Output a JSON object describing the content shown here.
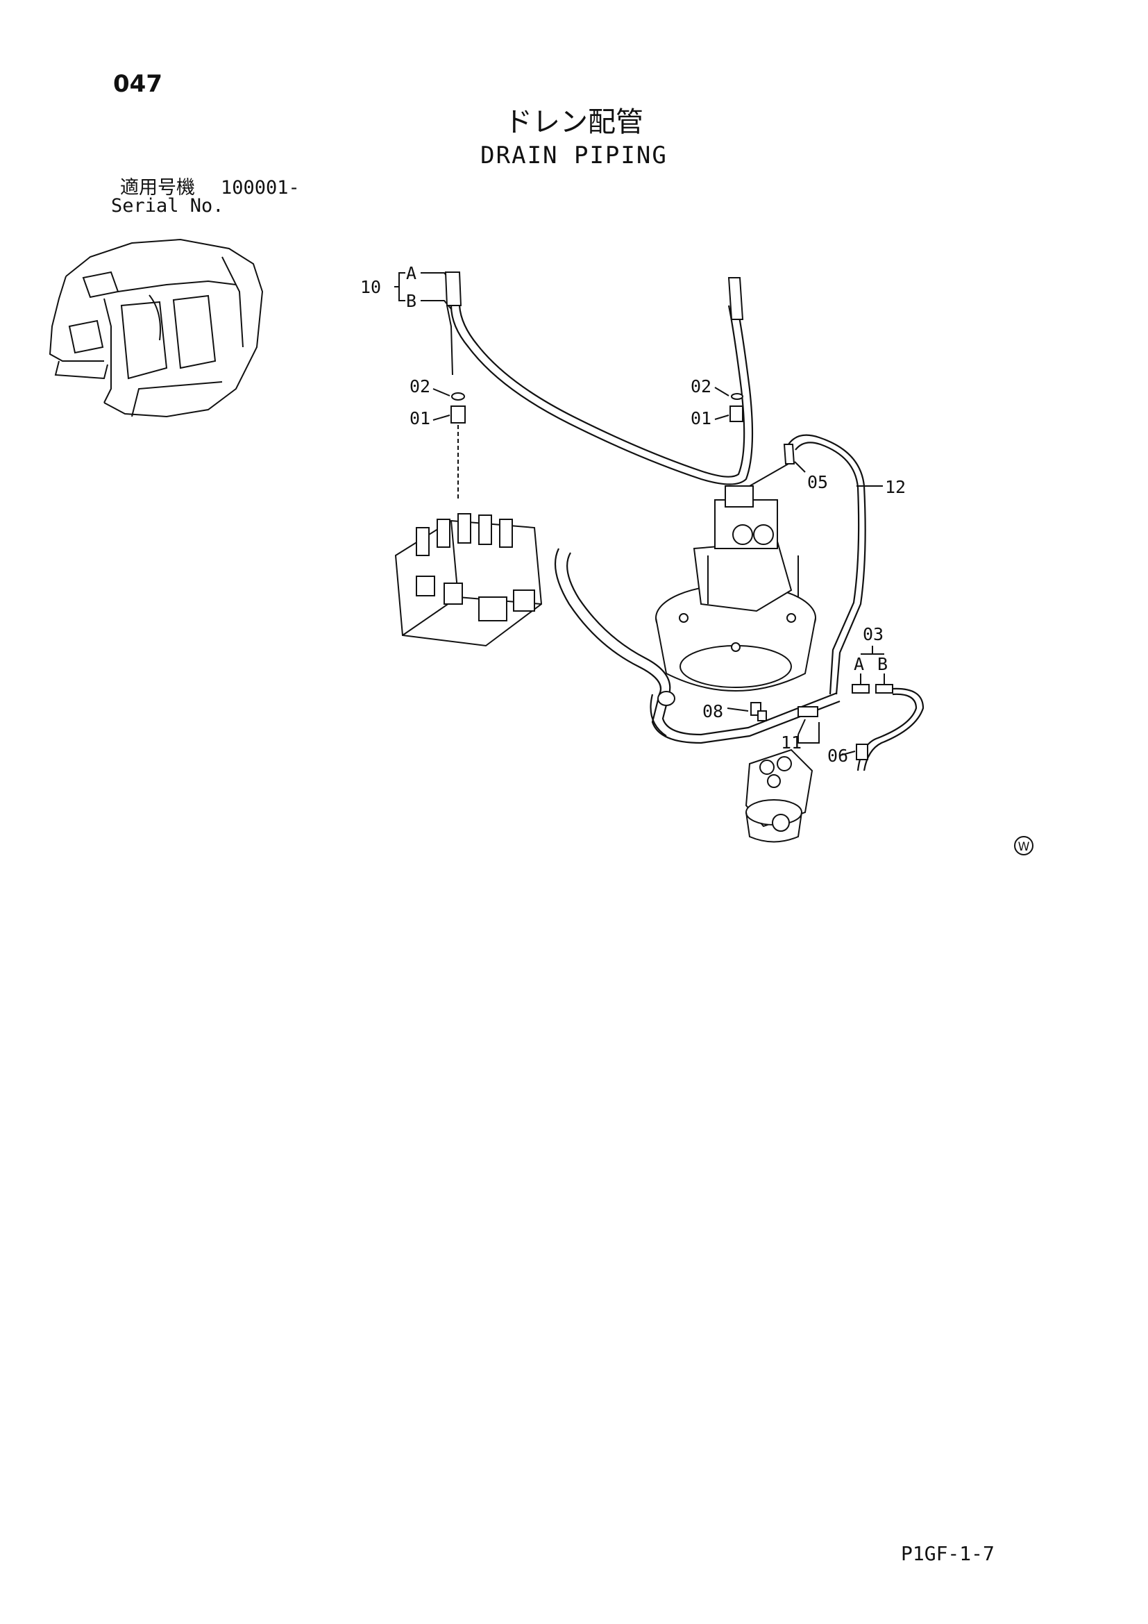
{
  "header": {
    "page_number": "047",
    "title_jp": "ドレン配管",
    "title_en": "DRAIN PIPING",
    "serial_label_jp": "適用号機",
    "serial_value": "100001-",
    "serial_label_en": "Serial No."
  },
  "callouts": {
    "c10": "10",
    "c10a": "A",
    "c10b": "B",
    "c02_left": "02",
    "c01_left": "01",
    "c02_right": "02",
    "c01_right": "01",
    "c05": "05",
    "c12": "12",
    "c03": "03",
    "c03a": "A",
    "c03b": "B",
    "c08": "08",
    "c11": "11",
    "c06": "06"
  },
  "watermark": "W",
  "footer": {
    "code": "P1GF-1-7"
  }
}
